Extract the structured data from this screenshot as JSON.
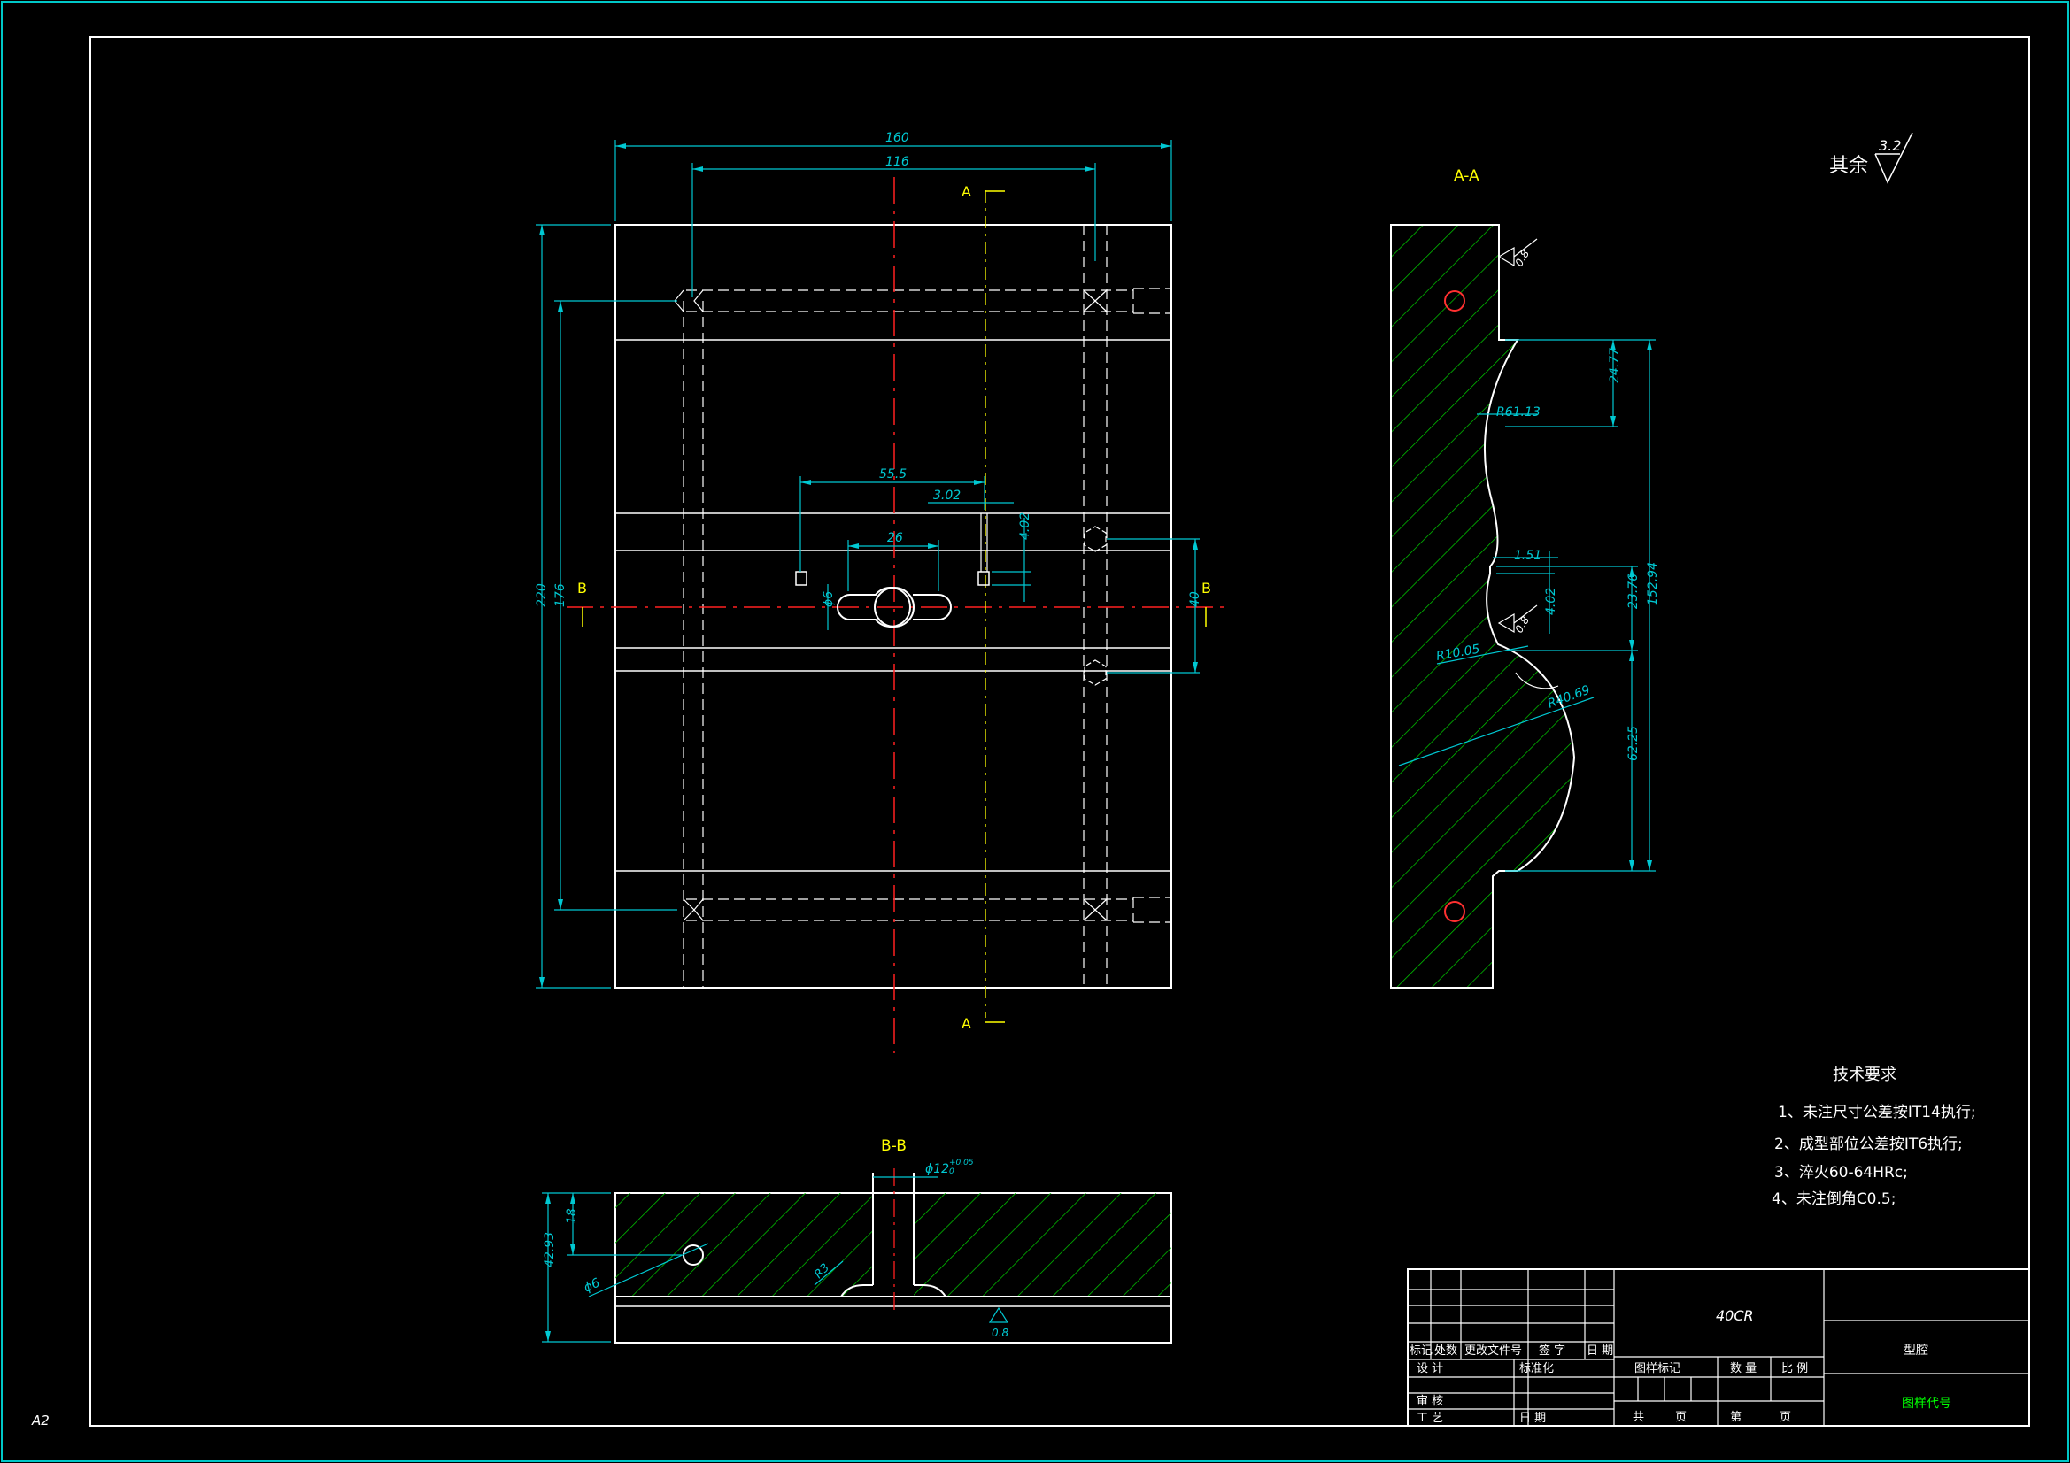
{
  "colors": {
    "background": "#000000",
    "frame": "#ffffff",
    "outer_frame": "#00c8c8",
    "part": "#ffffff",
    "dimension": "#00c8d2",
    "hatch": "#00c800",
    "center_red": "#ff2020",
    "center_yellow": "#ffff00",
    "section_label": "#ffff00",
    "hole": "#ff3030",
    "title_text": "#ffffff",
    "green_text": "#00ff00"
  },
  "sheet": {
    "size_label": "A2"
  },
  "roughness": {
    "label": "其余",
    "value": "3.2"
  },
  "top_view": {
    "dims": {
      "width_160": "160",
      "width_116": "116",
      "height_220": "220",
      "height_176": "176",
      "dim_55_5": "55.5",
      "dim_3_02": "3.02",
      "dim_26": "26",
      "dim_4_02": "4.02",
      "dia_6": "ϕ6",
      "dim_40": "40"
    },
    "section_a": {
      "top": "A",
      "bottom": "A"
    },
    "section_b": {
      "left": "B",
      "right": "B"
    }
  },
  "section_aa": {
    "title": "A-A",
    "dims": {
      "d24_77": "24.77",
      "r61_13": "R61.13",
      "d1_51": "1.51",
      "d4_02": "4.02",
      "d23_76": "23.76",
      "d152_94": "152.94",
      "r10_05": "R10.05",
      "r40_69": "R40.69",
      "d62_25": "62.25",
      "rough_top": "0.8",
      "rough_mid": "0.8"
    }
  },
  "section_bb": {
    "title": "B-B",
    "dims": {
      "dia12": "ϕ12",
      "tol": "+0.05",
      "tol0": "0",
      "d18": "18",
      "d42_93": "42.93",
      "dia6": "ϕ6",
      "r3": "R3",
      "rough": "0.8"
    }
  },
  "tech_requirements": {
    "title": "技术要求",
    "items": [
      "1、未注尺寸公差按IT14执行;",
      "2、成型部位公差按IT6执行;",
      "3、淬火60-64HRc;",
      "4、未注倒角C0.5;"
    ]
  },
  "title_block": {
    "material": "40CR",
    "part_name": "型腔",
    "drawing_number": "图样代号",
    "header_cells": [
      "标记",
      "处数",
      "更改文件号",
      "签 字",
      "日 期"
    ],
    "design": "设 计",
    "standardization": "标准化",
    "review": "审 核",
    "process": "工 艺",
    "date": "日 期",
    "stage_mark": "图样标记",
    "quantity": "数 量",
    "scale": "比 例",
    "total": "共",
    "page": "页",
    "sheet_no": "第",
    "page2": "页"
  }
}
